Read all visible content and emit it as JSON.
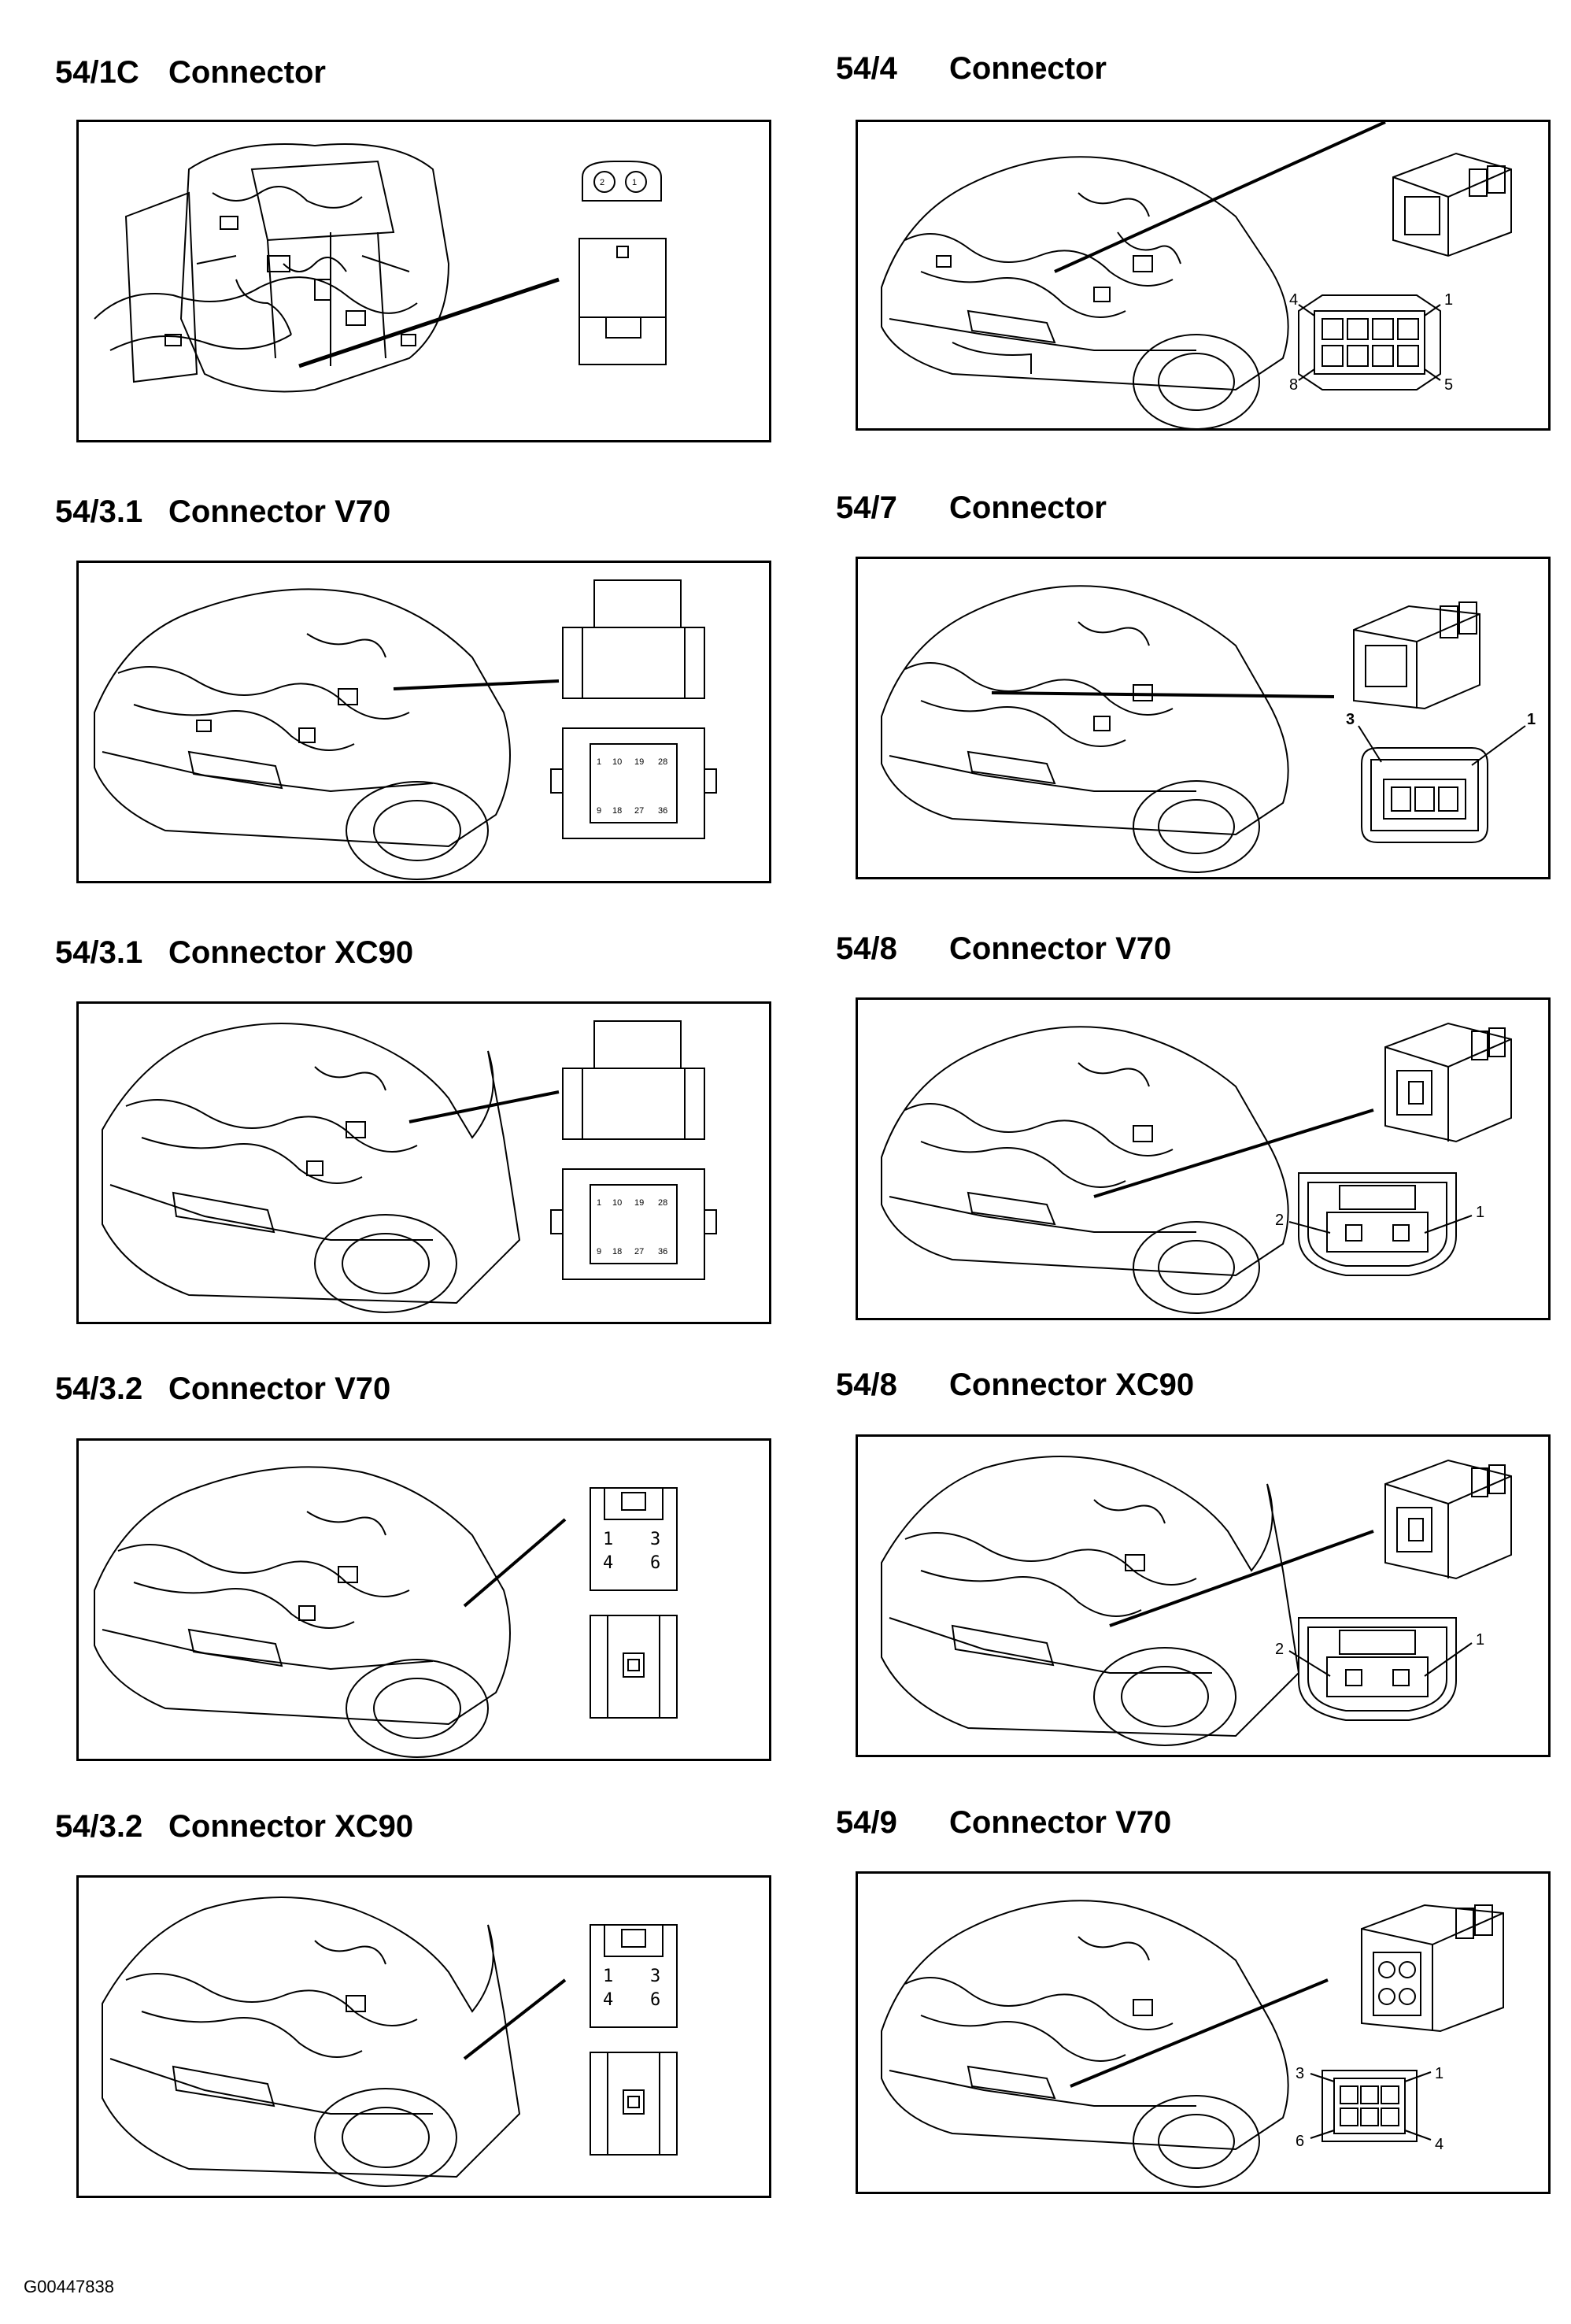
{
  "sections": [
    {
      "code": "54/1C",
      "title": "Connector"
    },
    {
      "code": "54/4",
      "title": "Connector",
      "pins": {
        "tl": "4",
        "tr": "1",
        "bl": "8",
        "br": "5"
      }
    },
    {
      "code": "54/3.1",
      "title": "Connector V70",
      "pins": [
        "1",
        "10",
        "19",
        "28",
        "9",
        "18",
        "27",
        "36"
      ]
    },
    {
      "code": "54/7",
      "title": "Connector",
      "pins": {
        "left": "3",
        "right": "1"
      }
    },
    {
      "code": "54/3.1",
      "title": "Connector XC90",
      "pins": [
        "1",
        "10",
        "19",
        "28",
        "9",
        "18",
        "27",
        "36"
      ]
    },
    {
      "code": "54/8",
      "title": "Connector V70",
      "pins": {
        "left": "2",
        "right": "1"
      }
    },
    {
      "code": "54/3.2",
      "title": "Connector V70",
      "pins": [
        "1",
        "3",
        "4",
        "6"
      ]
    },
    {
      "code": "54/8",
      "title": "Connector XC90",
      "pins": {
        "left": "2",
        "right": "1"
      }
    },
    {
      "code": "54/3.2",
      "title": "Connector XC90",
      "pins": [
        "1",
        "3",
        "4",
        "6"
      ]
    },
    {
      "code": "54/9",
      "title": "Connector V70",
      "pins": {
        "tl": "3",
        "tr": "1",
        "bl": "6",
        "br": "4"
      }
    }
  ],
  "s1_pins": [
    "2",
    "1"
  ],
  "footer": "G00447838"
}
